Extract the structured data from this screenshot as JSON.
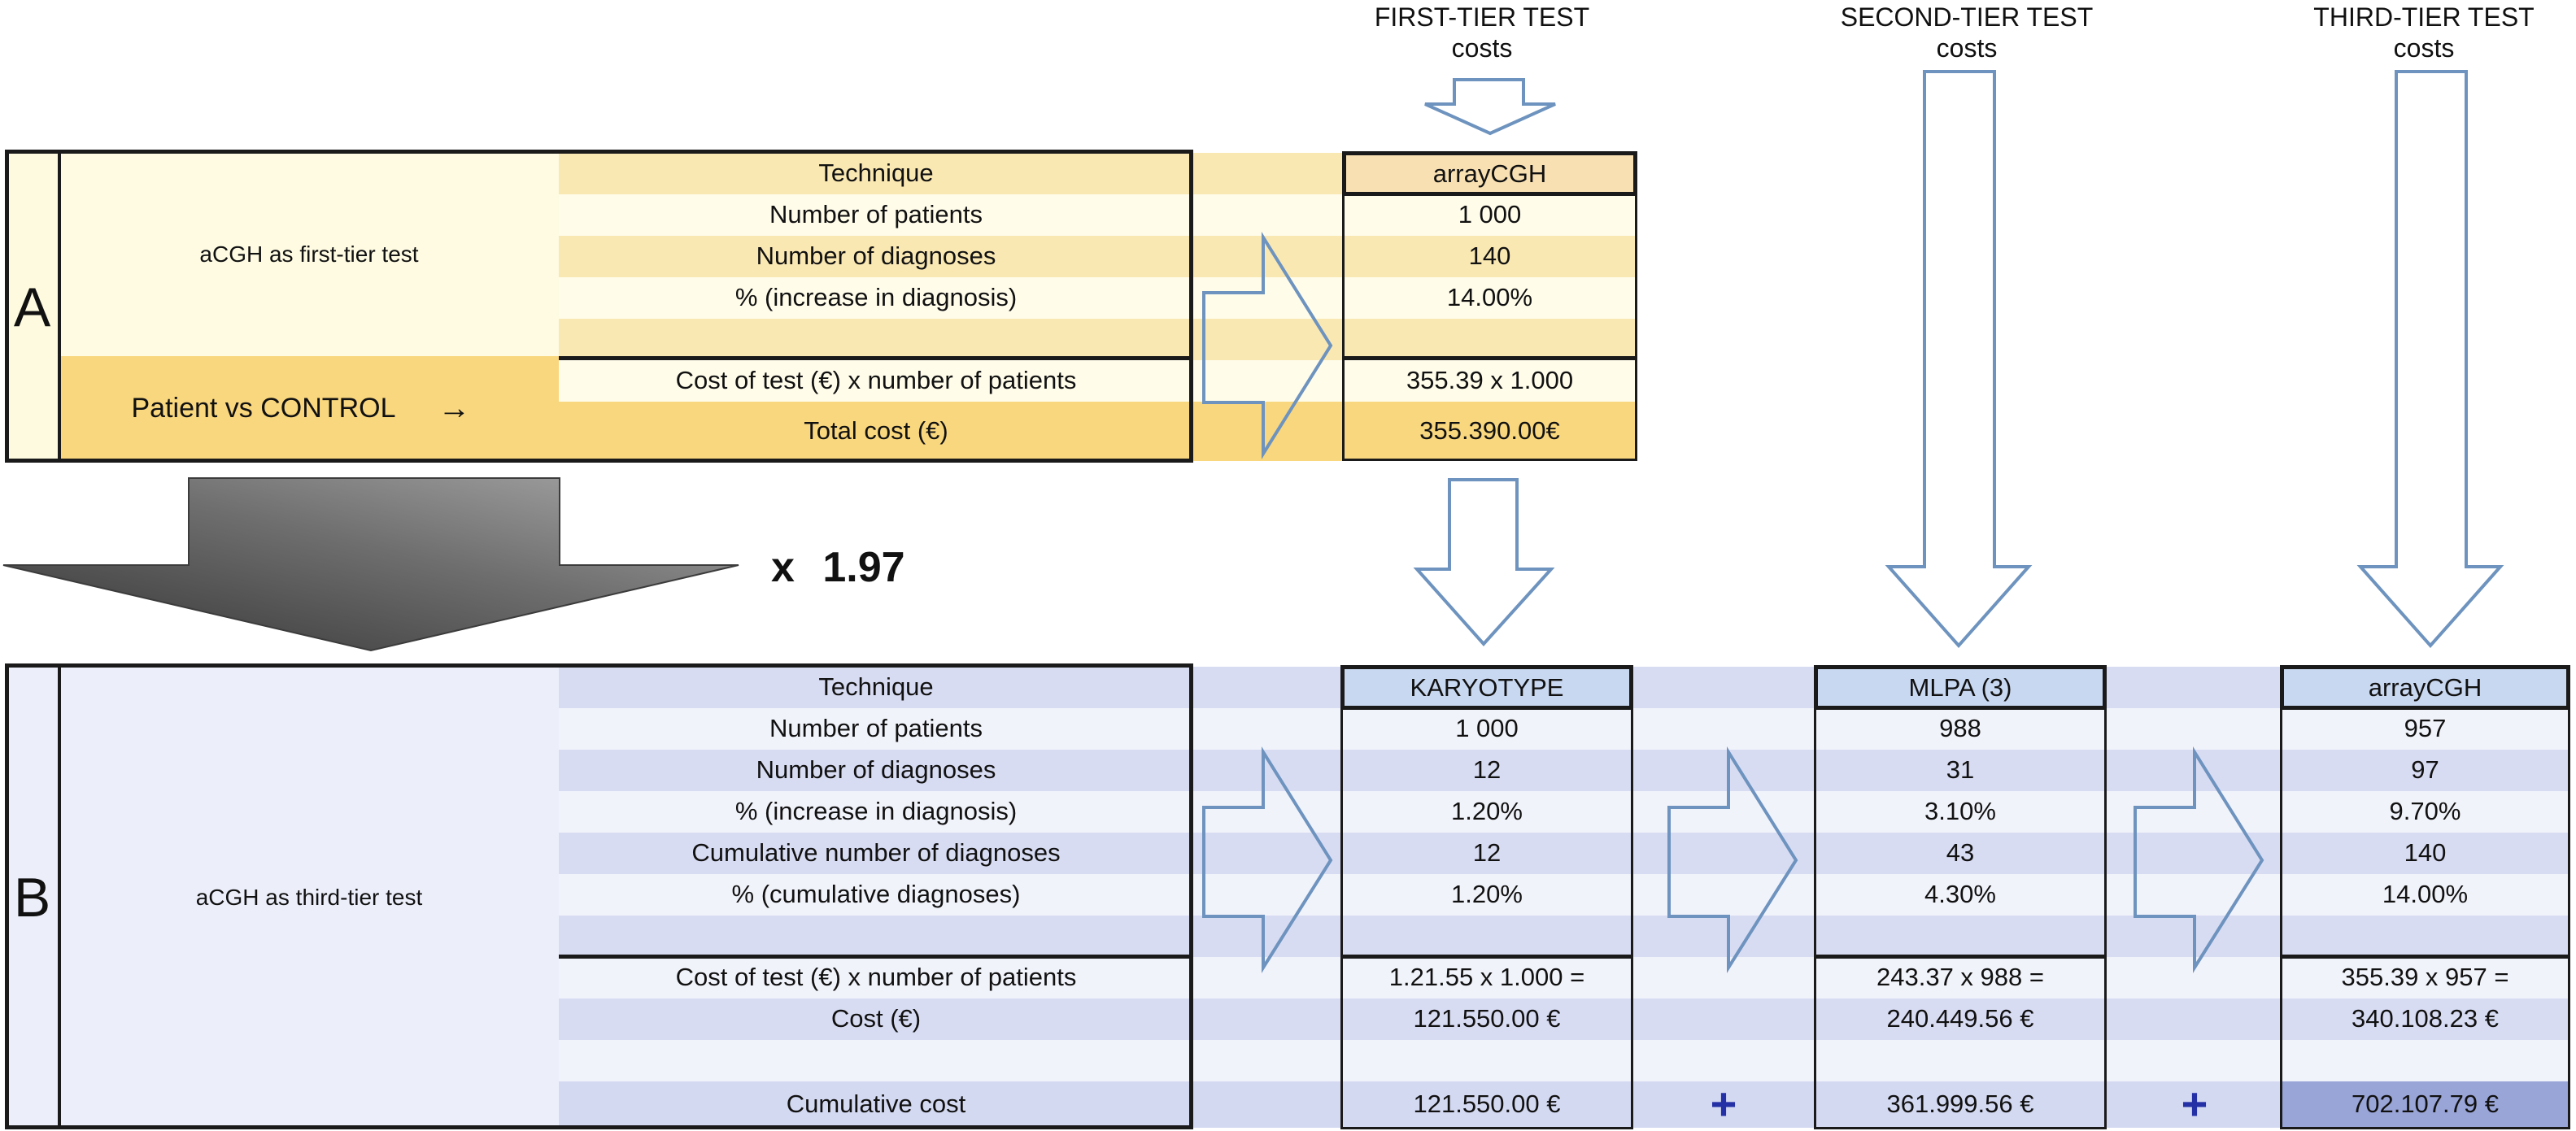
{
  "figure": {
    "tier_headers": [
      {
        "title": "FIRST-TIER TEST",
        "subtitle": "costs"
      },
      {
        "title": "SECOND-TIER TEST",
        "subtitle": "costs"
      },
      {
        "title": "THIRD-TIER TEST",
        "subtitle": "costs"
      }
    ],
    "multiplier_label": "x 1.97",
    "plus_sign": "+",
    "section_a": {
      "panel_label": "A",
      "strategy_label": "aCGH as first-tier test",
      "comparison_label": "Patient vs CONTROL",
      "comparison_arrow": "→",
      "row_labels": [
        "Technique",
        "Number of patients",
        "Number of diagnoses",
        "% (increase in diagnosis)",
        "",
        "Cost of test (€) x number of patients",
        "Total cost (€)"
      ],
      "column": {
        "technique": "arrayCGH",
        "values": [
          "1 000",
          "140",
          "14.00%",
          "",
          "355.39 x 1.000",
          "355.390.00€"
        ]
      }
    },
    "section_b": {
      "panel_label": "B",
      "strategy_label": "aCGH as third-tier test",
      "row_labels": [
        "Technique",
        "Number of patients",
        "Number of diagnoses",
        "% (increase in diagnosis)",
        "Cumulative number of diagnoses",
        "% (cumulative diagnoses)",
        "",
        "Cost of test (€) x number of patients",
        "Cost (€)",
        "",
        "Cumulative cost"
      ],
      "columns": [
        {
          "technique": "KARYOTYPE",
          "values": [
            "1 000",
            "12",
            "1.20%",
            "12",
            "1.20%",
            "",
            "1.21.55 x 1.000 =",
            "121.550.00 €",
            "",
            "121.550.00 €"
          ]
        },
        {
          "technique": "MLPA (3)",
          "values": [
            "988",
            "31",
            "3.10%",
            "43",
            "4.30%",
            "",
            "243.37 x 988 =",
            "240.449.56 €",
            "",
            "361.999.56 €"
          ]
        },
        {
          "technique": "arrayCGH",
          "values": [
            "957",
            "97",
            "9.70%",
            "140",
            "14.00%",
            "",
            "355.39 x 957 =",
            "340.108.23 €",
            "",
            "702.107.79 €"
          ]
        }
      ]
    },
    "colors": {
      "a_stripe_dark": "#FAE8B3",
      "a_stripe_light": "#FFFCEA",
      "a_solid_pale": "#FEFBE2",
      "a_highlight": "#F9D77E",
      "a_technique_cell": "#F8E0B2",
      "b_stripe_dark": "#D8DCF3",
      "b_stripe_light": "#F1F3FB",
      "b_solid_pale": "#ECEFFA",
      "b_technique_cell": "#C9D8F1",
      "b_total_highlight": "#99A4D7",
      "arrow_outline": "#6D93BE",
      "plus_color": "#2430A6",
      "gray_arrow_dark": "#333333",
      "gray_arrow_light": "#A8A8A8"
    }
  }
}
